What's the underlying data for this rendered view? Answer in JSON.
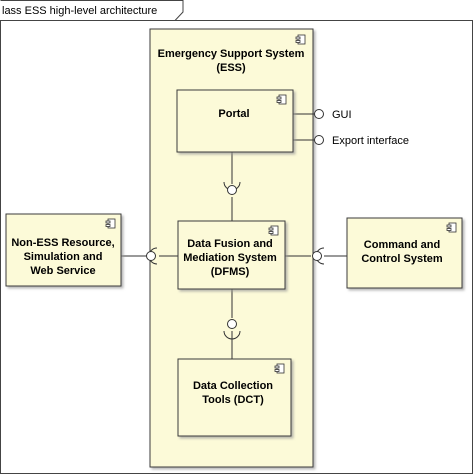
{
  "frame": {
    "title": "lass ESS high-level architecture"
  },
  "ess": {
    "name_line1": "Emergency Support System",
    "name_line2": "(ESS)"
  },
  "components": {
    "portal": {
      "label": "Portal"
    },
    "dfms": {
      "line1": "Data Fusion and",
      "line2": "Mediation System",
      "line3": "(DFMS)"
    },
    "dct": {
      "line1": "Data Collection",
      "line2": "Tools (DCT)"
    },
    "non_ess": {
      "line1": "Non-ESS Resource,",
      "line2": "Simulation and",
      "line3": "Web Service"
    },
    "command": {
      "line1": "Command and",
      "line2": "Control System"
    }
  },
  "interfaces": {
    "gui": "GUI",
    "export": "Export interface"
  },
  "colors": {
    "ess_fill": "#fcfad8",
    "component_fill": "#fcfad8",
    "border": "#3a3a3a",
    "background": "#ffffff"
  }
}
